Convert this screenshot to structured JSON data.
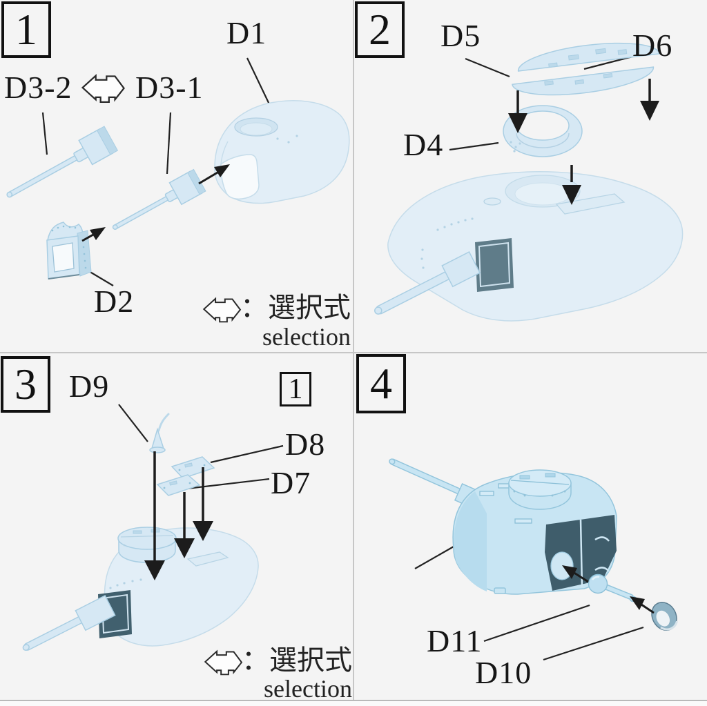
{
  "document": {
    "kind": "model-kit-assembly-instructions",
    "background": "#f4f4f4"
  },
  "colors": {
    "part_blue_pale": "#e2eef7",
    "part_blue": "#d6e8f4",
    "part_blue_strong": "#c8e5f3",
    "dark_panel": "#3f5d6b",
    "line_black": "#1c1c1c",
    "divider_gray": "#c6c6c6"
  },
  "legend": {
    "jp": "：選択式",
    "en": "selection"
  },
  "step1": {
    "number": "1",
    "d1": "D1",
    "d2": "D2",
    "d3_2": "D3-2",
    "d3_1": "D3-1"
  },
  "step2": {
    "number": "2",
    "d4": "D4",
    "d5": "D5",
    "d6": "D6"
  },
  "step3": {
    "number": "3",
    "ref": "1",
    "d7": "D7",
    "d8": "D8",
    "d9": "D9"
  },
  "step4": {
    "number": "4",
    "d10": "D10",
    "d11": "D11"
  }
}
